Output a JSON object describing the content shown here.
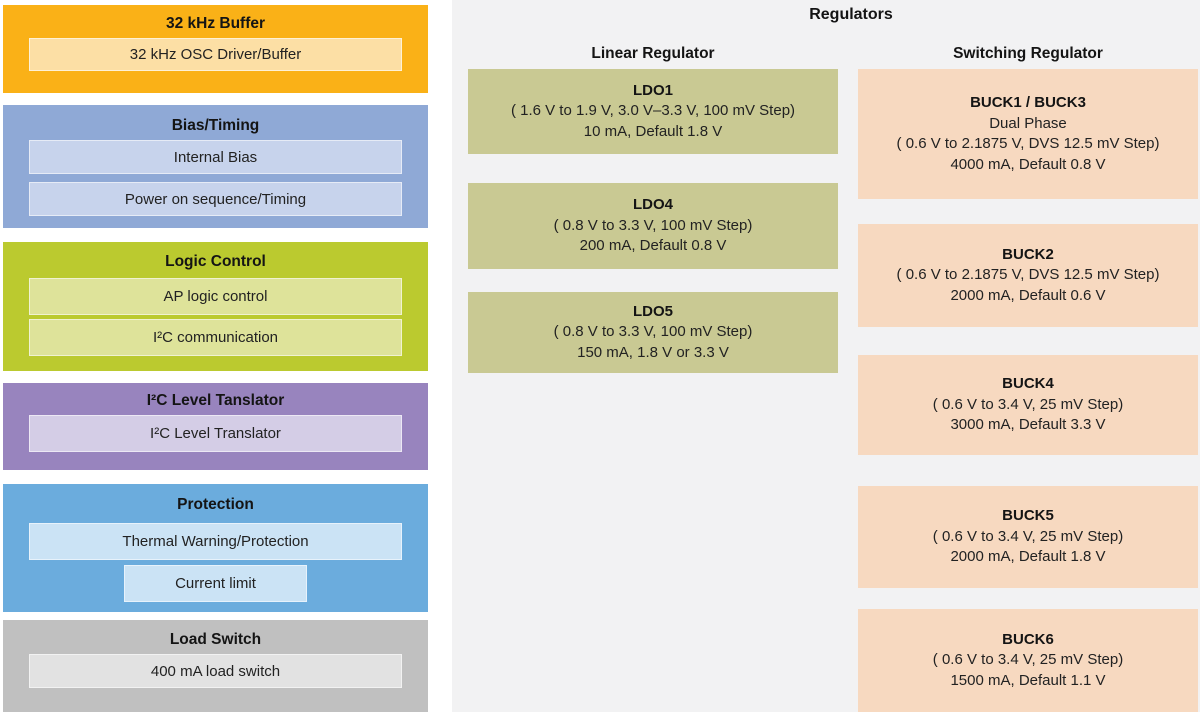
{
  "page": {
    "background": "#ffffff",
    "panel_background": "#F2F2F3"
  },
  "left_column": {
    "blocks": [
      {
        "title": "32 kHz Buffer",
        "bg": "#FAB117",
        "item_bg": "#FCDFA5",
        "items": [
          "32 kHz OSC Driver/Buffer"
        ]
      },
      {
        "title": "Bias/Timing",
        "bg": "#8FA9D6",
        "item_bg": "#C7D3EC",
        "items": [
          "Internal Bias",
          "Power on sequence/Timing"
        ]
      },
      {
        "title": "Logic Control",
        "bg": "#BBCA2F",
        "item_bg": "#DEE39A",
        "items": [
          "AP logic control",
          "I²C communication"
        ]
      },
      {
        "title": "I²C Level Tanslator",
        "bg": "#9884BE",
        "item_bg": "#D4CDE6",
        "items": [
          "I²C Level Translator"
        ]
      },
      {
        "title": "Protection",
        "bg": "#6BACDD",
        "item_bg": "#CBE3F5",
        "items": [
          "Thermal Warning/Protection",
          "Current limit"
        ]
      },
      {
        "title": "Load Switch",
        "bg": "#C0C0C0",
        "item_bg": "#E2E2E2",
        "items": [
          "400 mA load switch"
        ]
      }
    ]
  },
  "regulators": {
    "title": "Regulators",
    "linear": {
      "header": "Linear Regulator",
      "block_bg": "#C9C993",
      "blocks": [
        {
          "name": "LDO1",
          "line1": "( 1.6 V to 1.9 V, 3.0 V–3.3 V, 100 mV Step)",
          "line2": "10 mA, Default 1.8 V"
        },
        {
          "name": "LDO4",
          "line1": "( 0.8 V to 3.3 V, 100 mV Step)",
          "line2": "200 mA, Default 0.8 V"
        },
        {
          "name": "LDO5",
          "line1": "( 0.8 V to 3.3 V, 100 mV Step)",
          "line2": "150 mA, 1.8 V or 3.3 V"
        }
      ]
    },
    "switching": {
      "header": "Switching Regulator",
      "block_bg": "#F7D9C0",
      "blocks": [
        {
          "name": "BUCK1 / BUCK3",
          "subtitle": "Dual Phase",
          "line1": "( 0.6 V to 2.1875 V, DVS 12.5 mV Step)",
          "line2": "4000 mA, Default 0.8 V"
        },
        {
          "name": "BUCK2",
          "line1": "( 0.6 V to 2.1875 V, DVS 12.5 mV Step)",
          "line2": "2000 mA, Default 0.6 V"
        },
        {
          "name": "BUCK4",
          "line1": "( 0.6 V to 3.4 V, 25 mV Step)",
          "line2": "3000 mA, Default 3.3 V"
        },
        {
          "name": "BUCK5",
          "line1": "( 0.6 V to 3.4 V, 25 mV Step)",
          "line2": "2000 mA, Default 1.8 V"
        },
        {
          "name": "BUCK6",
          "line1": "( 0.6 V to 3.4 V, 25 mV Step)",
          "line2": "1500 mA, Default 1.1 V"
        }
      ]
    }
  }
}
